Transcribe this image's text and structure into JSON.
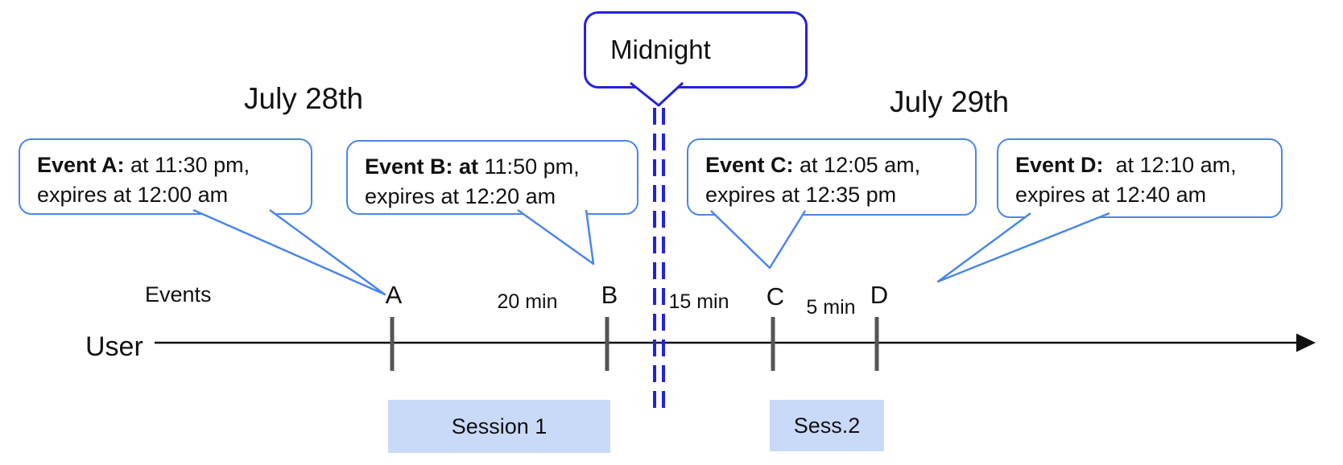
{
  "titles": {
    "left": "July 28th",
    "right": "July 29th"
  },
  "midnight": {
    "label": "Midnight"
  },
  "events": [
    {
      "bold": "Event A:",
      "rest": " at 11:30 pm,",
      "line2": "expires at 12:00 am"
    },
    {
      "bold": "Event B: at",
      "rest": " 11:50 pm,",
      "line2": "expires at 12:20 am"
    },
    {
      "bold": "Event C:",
      "rest": " at 12:05 am,",
      "line2": "expires at 12:35 pm"
    },
    {
      "bold": "Event D:",
      "rest": "  at 12:10 am,",
      "line2": "expires at 12:40 am"
    }
  ],
  "axis": {
    "events_label": "Events",
    "user_label": "User"
  },
  "ticks": [
    {
      "label": "A"
    },
    {
      "label": "B"
    },
    {
      "label": "C"
    },
    {
      "label": "D"
    }
  ],
  "gaps": [
    {
      "label": "20 min"
    },
    {
      "label": "15 min"
    },
    {
      "label": "5 min"
    }
  ],
  "sessions": [
    {
      "label": "Session 1"
    },
    {
      "label": "Sess.2"
    }
  ],
  "colors": {
    "callout_border": "#4a86e8",
    "midnight_blue": "#2323dc",
    "session_fill": "#c9daf8",
    "tick_gray": "#555555",
    "text": "#111111"
  }
}
